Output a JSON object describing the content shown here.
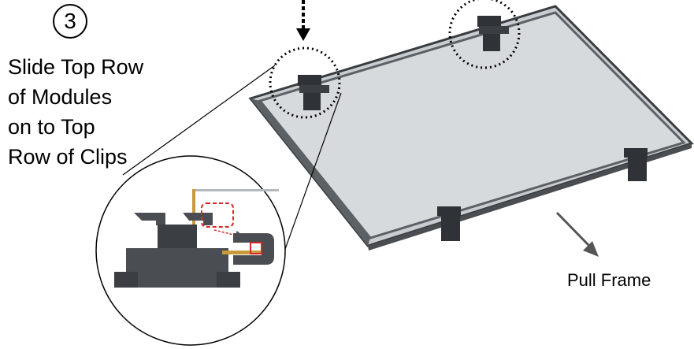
{
  "step": {
    "number": "3"
  },
  "instruction": {
    "lines": [
      "Slide Top Row",
      "of Modules",
      "on to Top",
      "Row of Clips"
    ]
  },
  "pull_label": "Pull Frame",
  "colors": {
    "frame": "#5c6166",
    "glass": "#c9cdd1",
    "clip": "#2f3236",
    "highlight": "#d62828",
    "module": "#4a4d51"
  }
}
